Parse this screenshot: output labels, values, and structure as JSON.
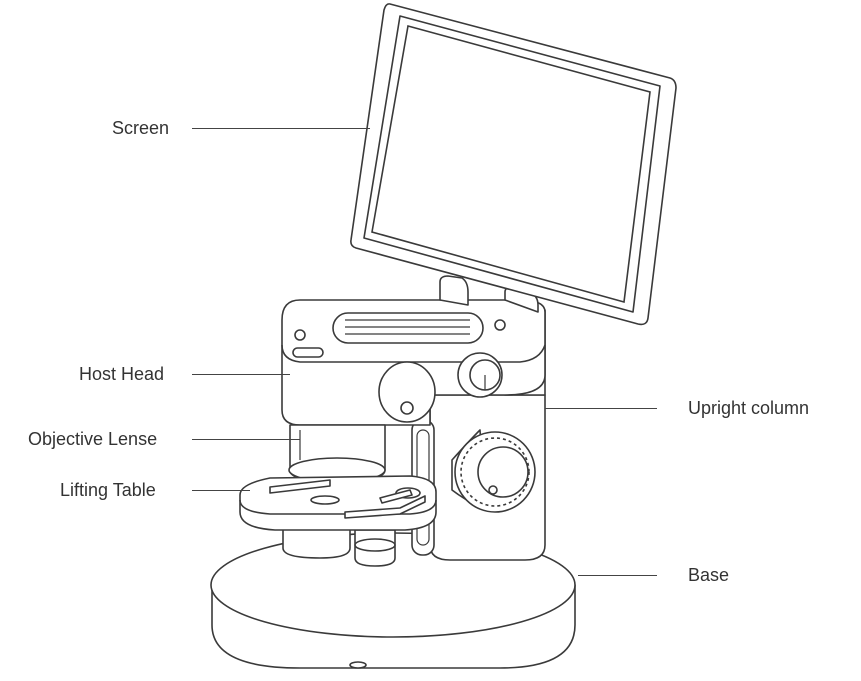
{
  "diagram": {
    "labels": {
      "screen": "Screen",
      "host_head": "Host Head",
      "objective_lense": "Objective Lense",
      "lifting_table": "Lifting Table",
      "upright_column": "Upright column",
      "base": "Base"
    }
  },
  "colors": {
    "line": "#3a3a3a",
    "text": "#333333",
    "background": "#ffffff"
  }
}
